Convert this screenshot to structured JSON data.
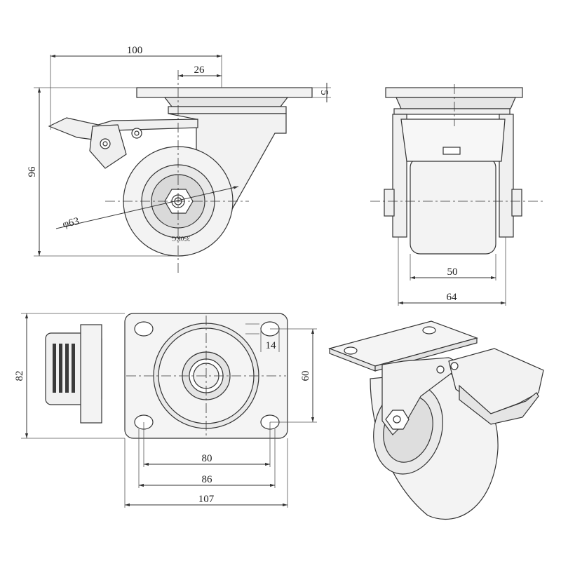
{
  "dimensions": {
    "overall_width": "100",
    "offset": "26",
    "plate_thickness": "5",
    "height": "96",
    "wheel_diameter": "φ63",
    "wheel_width": "50",
    "overall_side_width": "64",
    "plate_length": "82",
    "bolt_spacing_short": "60",
    "slot_size": "14",
    "bolt_spacing_long": "80",
    "bolt_spacing_outer": "86",
    "plate_width": "107"
  },
  "wheel_marking": "350KG",
  "colors": {
    "line": "#333333",
    "fill": "#f4f4f4",
    "fill_dark": "#e2e2e2",
    "brake": "#3a3a3a"
  }
}
